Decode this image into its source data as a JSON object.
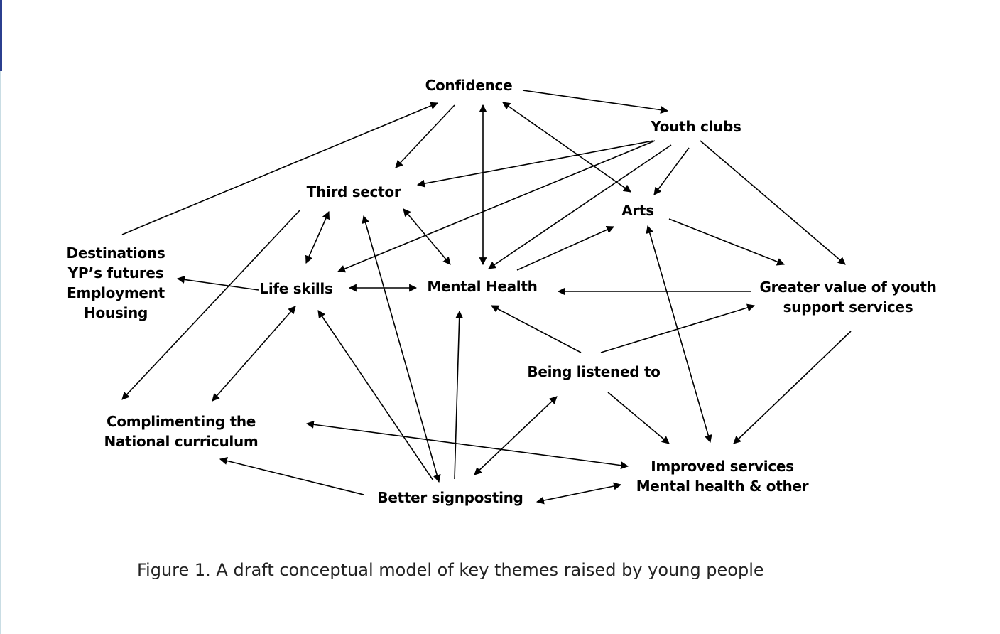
{
  "caption": "Figure 1. A draft conceptual model of key themes raised by young people",
  "colors": {
    "accent": "#2b3f8f",
    "rule": "#c9dde4",
    "ink": "#000000"
  },
  "nodes": {
    "confidence": {
      "lines": [
        "Confidence"
      ]
    },
    "youth_clubs": {
      "lines": [
        "Youth clubs"
      ]
    },
    "third_sector": {
      "lines": [
        "Third sector"
      ]
    },
    "arts": {
      "lines": [
        "Arts"
      ]
    },
    "destinations": {
      "lines": [
        "Destinations",
        "YP’s futures",
        "Employment",
        "Housing"
      ]
    },
    "life_skills": {
      "lines": [
        "Life skills"
      ]
    },
    "mental_health": {
      "lines": [
        "Mental Health"
      ]
    },
    "greater_value": {
      "lines": [
        "Greater value of youth",
        "support services"
      ]
    },
    "being_listened": {
      "lines": [
        "Being listened to"
      ]
    },
    "complimenting": {
      "lines": [
        "Complimenting the",
        "National curriculum"
      ]
    },
    "improved_services": {
      "lines": [
        "Improved services",
        "Mental health & other"
      ]
    },
    "better_signposting": {
      "lines": [
        "Better signposting"
      ]
    }
  },
  "edges": [
    {
      "from": "confidence",
      "to": "youth_clubs",
      "direction": "forward"
    },
    {
      "from": "confidence",
      "to": "third_sector",
      "direction": "forward"
    },
    {
      "from": "confidence",
      "to": "mental_health",
      "direction": "both"
    },
    {
      "from": "arts",
      "to": "confidence",
      "direction": "both"
    },
    {
      "from": "destinations",
      "to": "confidence",
      "direction": "forward"
    },
    {
      "from": "youth_clubs",
      "to": "third_sector",
      "direction": "forward"
    },
    {
      "from": "youth_clubs",
      "to": "life_skills",
      "direction": "forward"
    },
    {
      "from": "youth_clubs",
      "to": "mental_health",
      "direction": "forward"
    },
    {
      "from": "youth_clubs",
      "to": "arts",
      "direction": "forward"
    },
    {
      "from": "youth_clubs",
      "to": "greater_value",
      "direction": "forward"
    },
    {
      "from": "third_sector",
      "to": "life_skills",
      "direction": "both"
    },
    {
      "from": "third_sector",
      "to": "mental_health",
      "direction": "both"
    },
    {
      "from": "third_sector",
      "to": "complimenting",
      "direction": "forward"
    },
    {
      "from": "better_signposting",
      "to": "third_sector",
      "direction": "both"
    },
    {
      "from": "mental_health",
      "to": "arts",
      "direction": "forward"
    },
    {
      "from": "arts",
      "to": "greater_value",
      "direction": "forward"
    },
    {
      "from": "arts",
      "to": "improved_services",
      "direction": "both"
    },
    {
      "from": "life_skills",
      "to": "destinations",
      "direction": "forward"
    },
    {
      "from": "life_skills",
      "to": "mental_health",
      "direction": "both"
    },
    {
      "from": "life_skills",
      "to": "complimenting",
      "direction": "both"
    },
    {
      "from": "better_signposting",
      "to": "life_skills",
      "direction": "forward"
    },
    {
      "from": "greater_value",
      "to": "mental_health",
      "direction": "forward"
    },
    {
      "from": "greater_value",
      "to": "improved_services",
      "direction": "forward"
    },
    {
      "from": "being_listened",
      "to": "mental_health",
      "direction": "forward"
    },
    {
      "from": "being_listened",
      "to": "greater_value",
      "direction": "forward"
    },
    {
      "from": "being_listened",
      "to": "improved_services",
      "direction": "forward"
    },
    {
      "from": "better_signposting",
      "to": "being_listened",
      "direction": "both"
    },
    {
      "from": "better_signposting",
      "to": "mental_health",
      "direction": "forward"
    },
    {
      "from": "better_signposting",
      "to": "complimenting",
      "direction": "forward"
    },
    {
      "from": "complimenting",
      "to": "improved_services",
      "direction": "both"
    },
    {
      "from": "better_signposting",
      "to": "improved_services",
      "direction": "both"
    }
  ]
}
